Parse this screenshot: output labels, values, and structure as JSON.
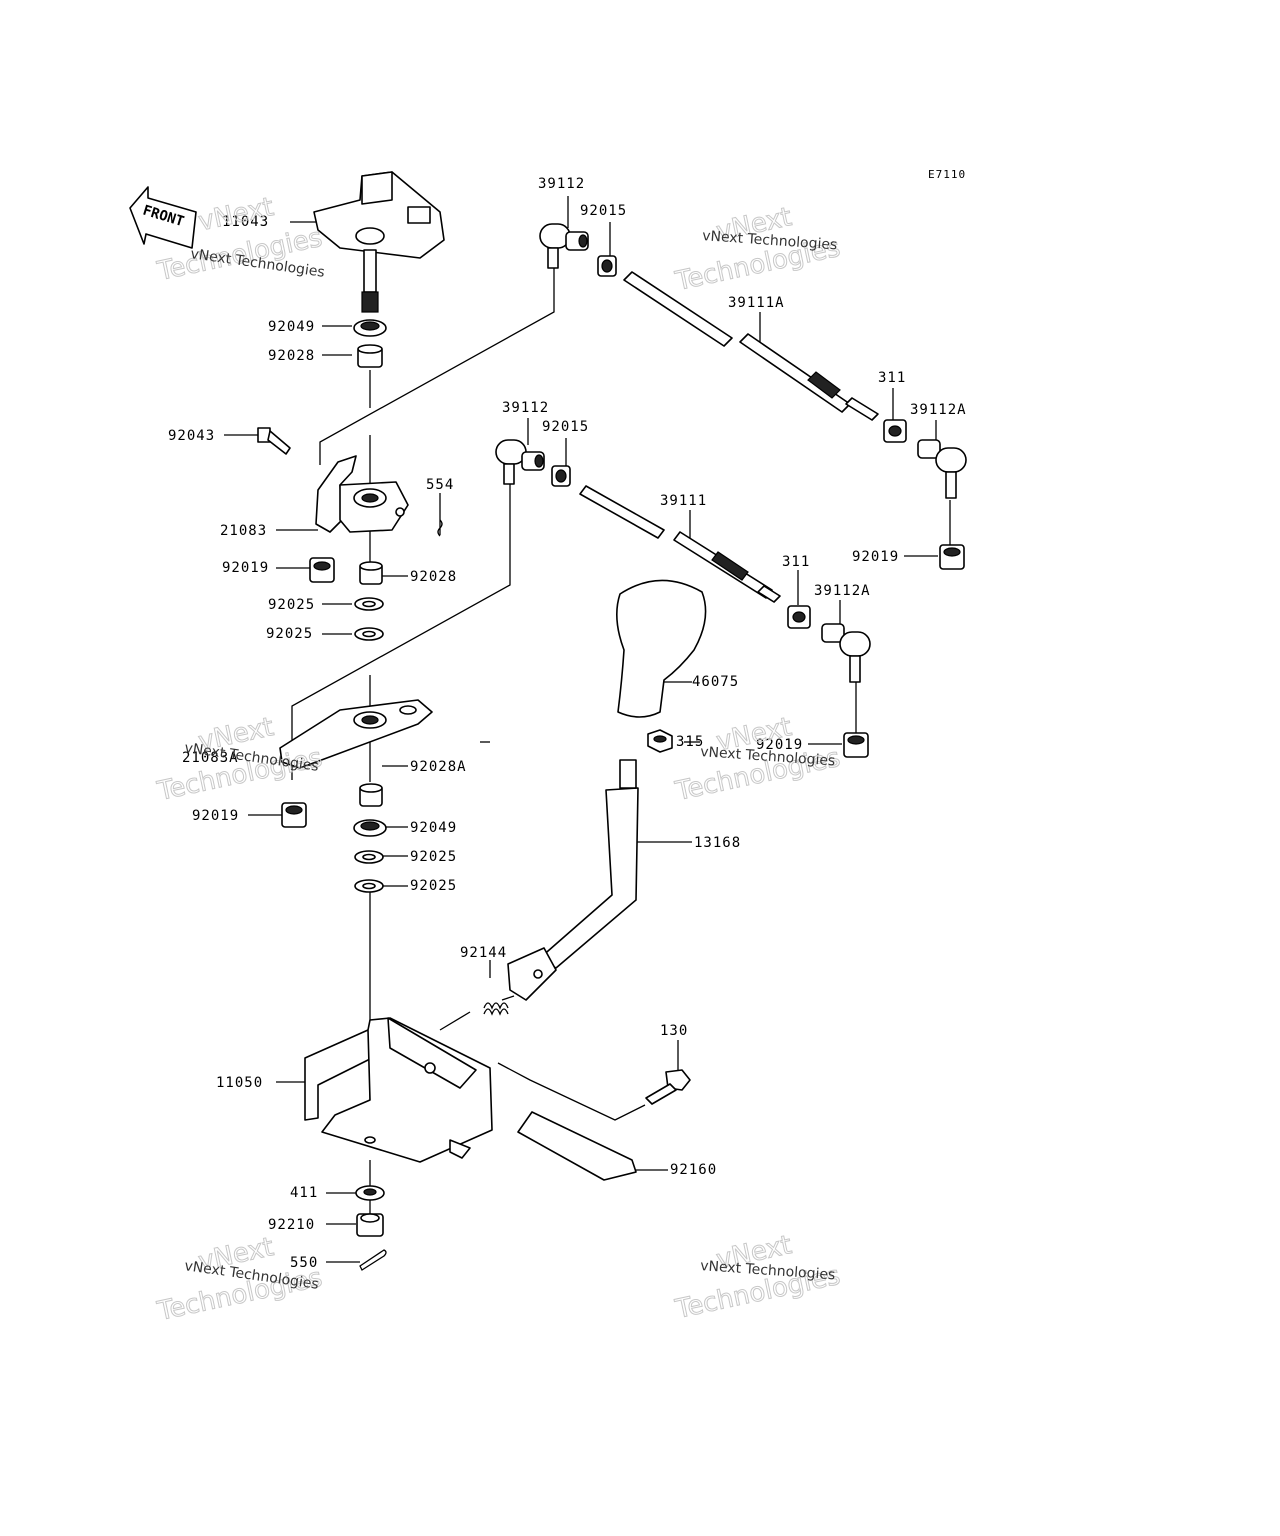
{
  "diagram_code": "E7110",
  "front_label": "FRONT",
  "watermark": {
    "small": "vNext Technologies",
    "large_1": "vNext",
    "large_2": "Technologies"
  },
  "labels": {
    "p11043": "11043",
    "p92049_a": "92049",
    "p92028_a": "92028",
    "p92043": "92043",
    "p21083": "21083",
    "p554": "554",
    "p92019_a": "92019",
    "p92028_b": "92028",
    "p92025_a": "92025",
    "p92025_b": "92025",
    "p21083a": "21083A",
    "p92019_b": "92019",
    "p92028a": "92028A",
    "p92049_b": "92049",
    "p92025_c": "92025",
    "p92025_d": "92025",
    "p92144": "92144",
    "p11050": "11050",
    "p411": "411",
    "p92210": "92210",
    "p550": "550",
    "p39112_a": "39112",
    "p92015_a": "92015",
    "p39111a": "39111A",
    "p311_a": "311",
    "p39112a_a": "39112A",
    "p92019_c": "92019",
    "p39112_b": "39112",
    "p92015_b": "92015",
    "p39111": "39111",
    "p311_b": "311",
    "p39112a_b": "39112A",
    "p46075": "46075",
    "p315": "315",
    "p92019_d": "92019",
    "p13168": "13168",
    "p130": "130",
    "p92160": "92160"
  }
}
